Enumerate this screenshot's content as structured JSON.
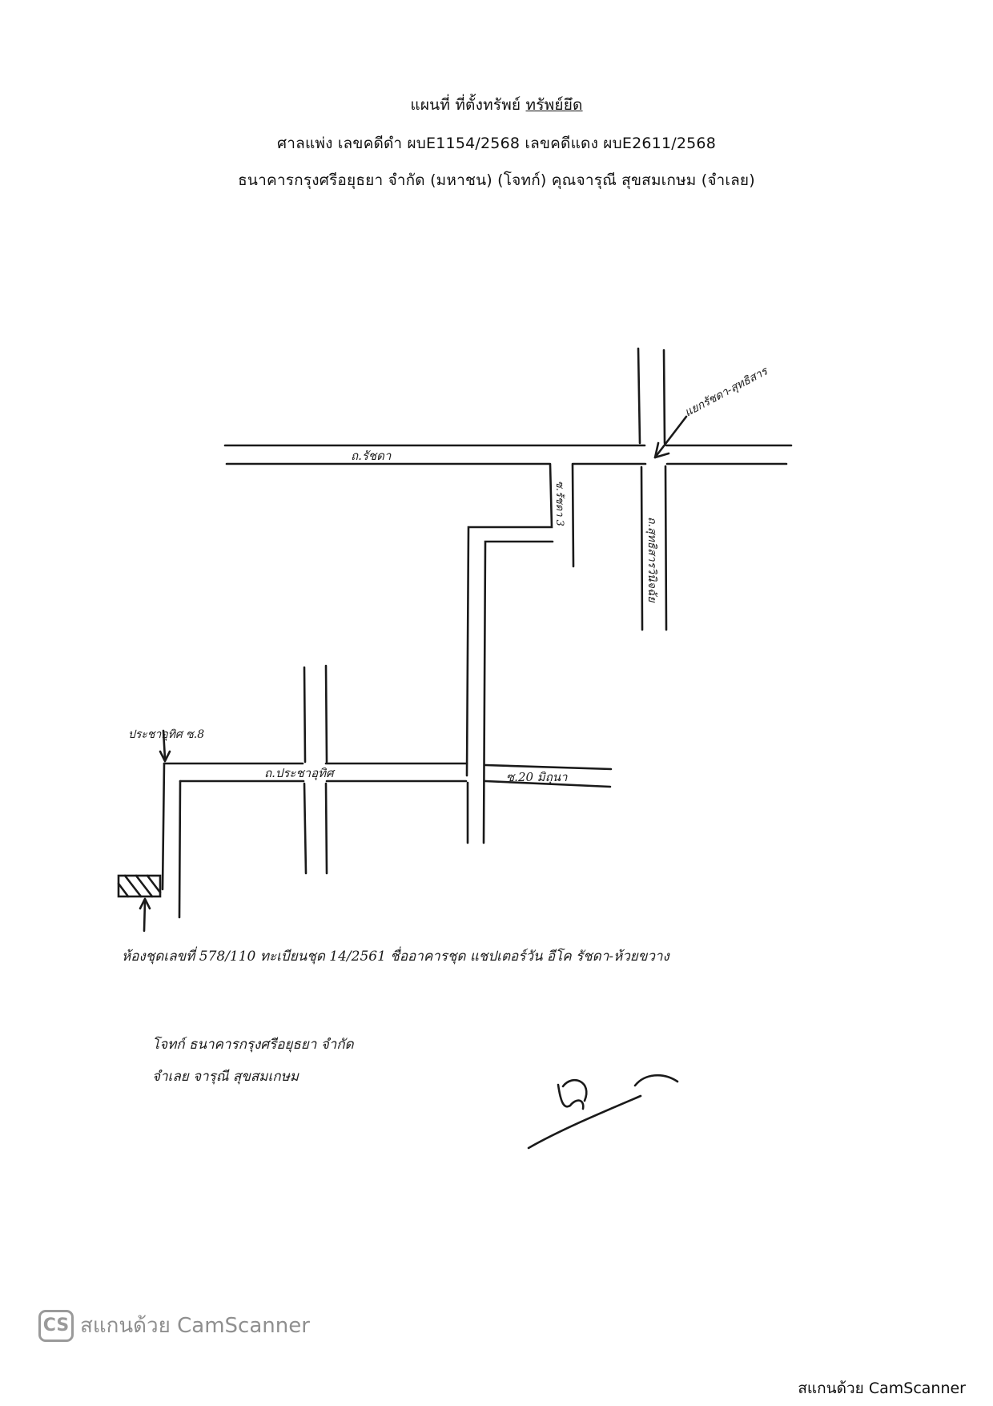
{
  "header": {
    "line1_plain": "แผนที่ ที่ตั้งทรัพย์ ",
    "line1_underlined": "ทรัพย์ยึด",
    "line2": "ศาลแพ่ง เลขคดีดำ ผบE1154/2568  เลขคดีแดง ผบE2611/2568",
    "line3": "ธนาคารกรุงศรีอยุธยา จำกัด (มหาชน) (โจทก์)  คุณจารุณี สุขสมเกษม (จำเลย)"
  },
  "map": {
    "road_top": "ถ.รัชดา",
    "road_right": "ถ.สุทธิสารวินิจฉัย",
    "junction": "แยกรัชดา-สุทธิสาร",
    "soi_small": "ซ.รัชดา 3",
    "road_bottom": "ถ.ประชาอุทิศ",
    "soi_bottom": "ซ.20 มิถุนา",
    "junction_left": "ประชาอุทิศ ซ.8"
  },
  "notes": {
    "property": "ห้องชุดเลขที่ 578/110 ทะเบียนชุด 14/2561 ชื่ออาคารชุด แชปเตอร์วัน อีโค รัชดา-ห้วยขวาง",
    "plaintiff_line1": "โจทก์ ธนาคารกรุงศรีอยุธยา จำกัด",
    "plaintiff_line2": "จำเลย จารุณี สุขสมเกษม"
  },
  "watermark": {
    "logo_text": "CS",
    "scanned_with": "สแกนด้วย CamScanner",
    "footer": "สแกนด้วย CamScanner"
  },
  "colors": {
    "ink": "#1a1a1a",
    "watermark": "#8f8f8f"
  }
}
